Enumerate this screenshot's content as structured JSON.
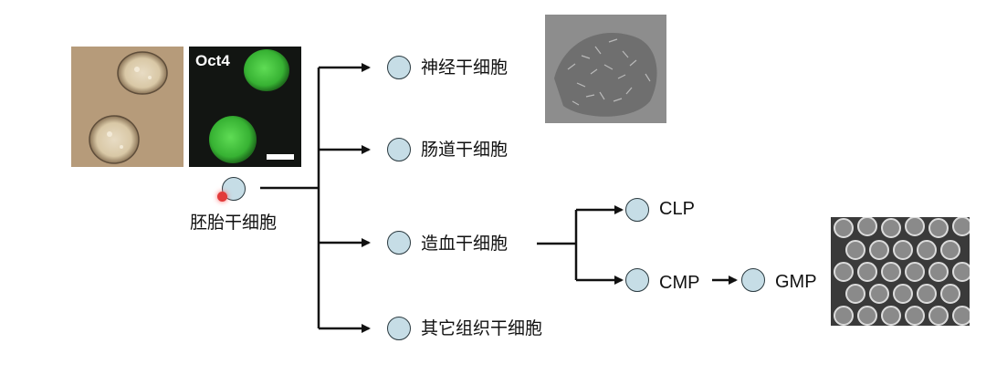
{
  "images": {
    "oct4_label": "Oct4"
  },
  "root": {
    "label": "胚胎干细胞"
  },
  "branches": [
    {
      "label": "神经干细胞"
    },
    {
      "label": "肠道干细胞"
    },
    {
      "label": "造血干细胞"
    },
    {
      "label": "其它组织干细胞"
    }
  ],
  "hematopoietic": {
    "clp": "CLP",
    "cmp": "CMP",
    "gmp": "GMP"
  },
  "colors": {
    "cell_fill": "#c6dde6",
    "cell_stroke": "#2b3a40",
    "oct4_green": "#3fb53a",
    "marker_red": "#e23b3b"
  }
}
